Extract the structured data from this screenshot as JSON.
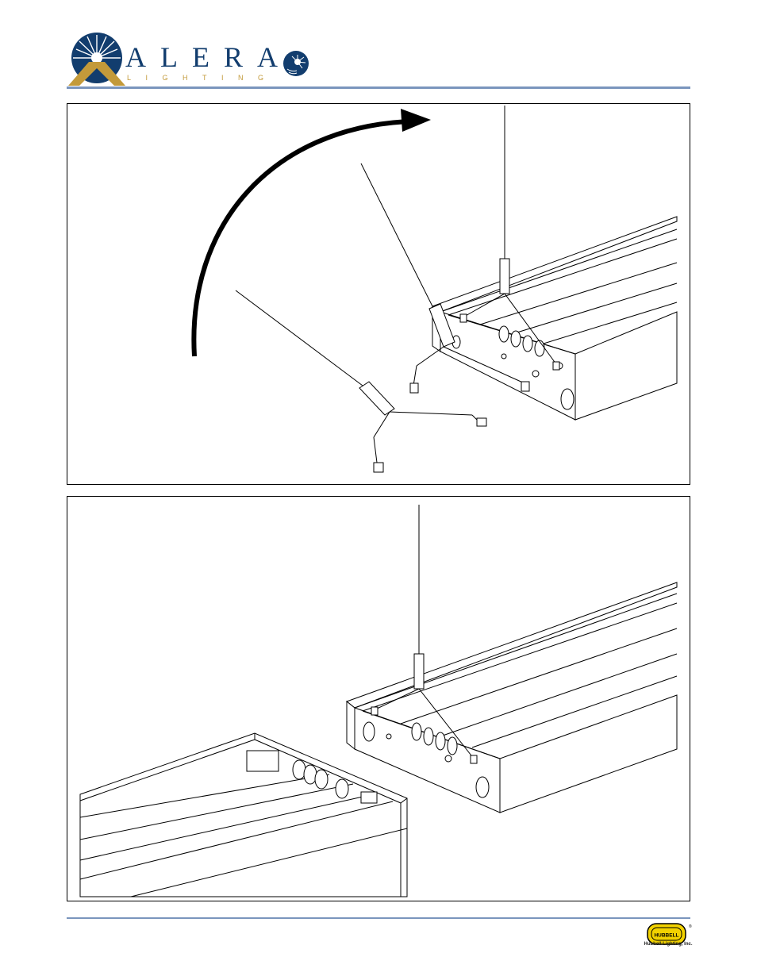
{
  "header": {
    "brand": "ALERA",
    "brand_sub": "LIGHTING",
    "logo_icon": "sunburst-arch-logo",
    "badge_icon": "sun-globe-icon"
  },
  "colors": {
    "navy": "#123d6e",
    "gold": "#c39a3a",
    "rule": "#7a95bd",
    "hubbell_yellow": "#f2d200"
  },
  "footer": {
    "company": "Hubbell Lighting, Inc.",
    "logo_mark": "HUBBELL",
    "registered": "®"
  }
}
